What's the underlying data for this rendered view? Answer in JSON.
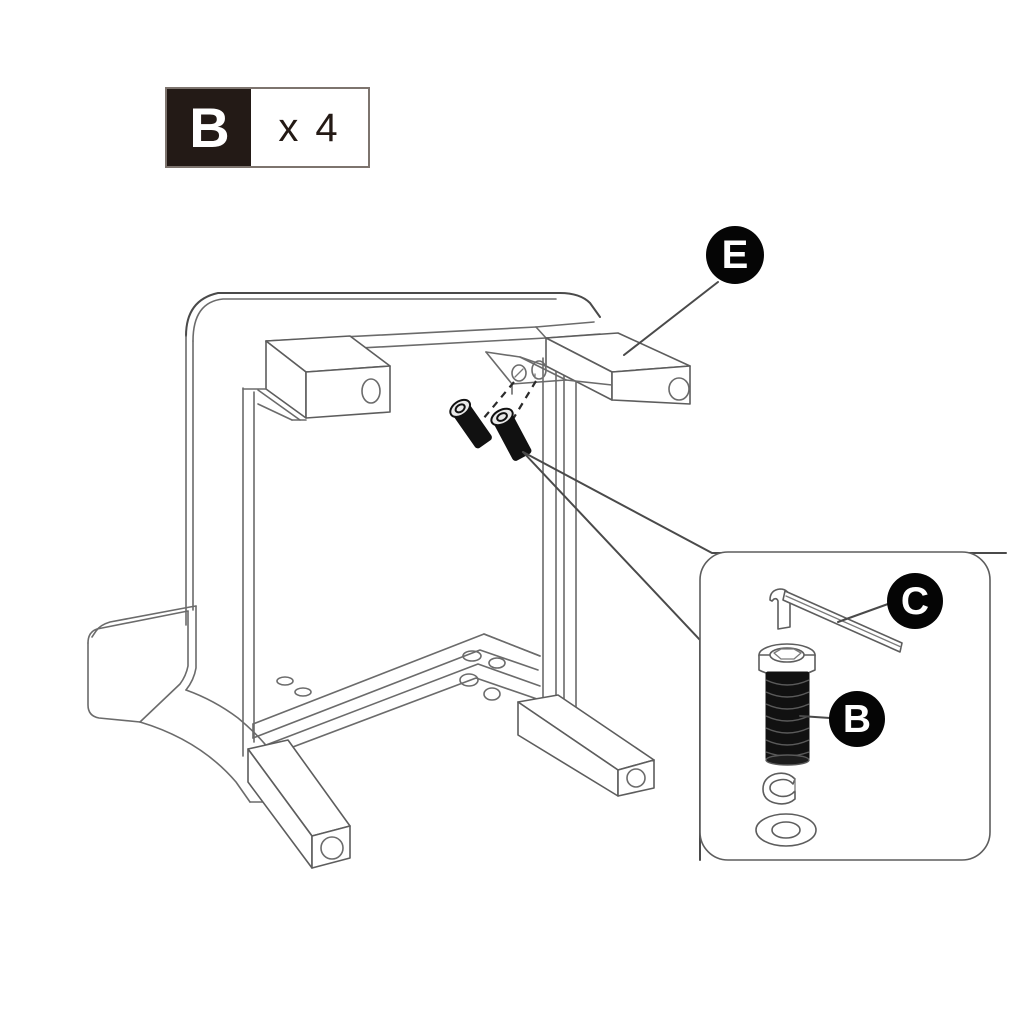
{
  "page": {
    "type": "furniture-assembly-instruction-step",
    "background_color": "#ffffff",
    "line_color": "#4a4a4a"
  },
  "part_badge": {
    "letter": "B",
    "quantity_text": "x 4",
    "letter_box_color": "#231a16",
    "letter_text_color": "#ffffff",
    "border_color": "#7d746e"
  },
  "callouts": [
    {
      "id": "E",
      "label": "E",
      "target": "right-armrest-tube",
      "bubble_color": "#050505",
      "text_color": "#ffffff"
    },
    {
      "id": "C",
      "label": "C",
      "target": "hex-allen-key",
      "bubble_color": "#050505",
      "text_color": "#ffffff"
    },
    {
      "id": "B",
      "label": "B",
      "target": "hex-socket-bolt",
      "bubble_color": "#050505",
      "text_color": "#ffffff"
    }
  ],
  "assembly": {
    "main_view_name": "chair-frame-exploded-view",
    "parts": [
      {
        "name": "backrest-panel",
        "shape": "rounded-panel"
      },
      {
        "name": "left-armrest-tube",
        "shape": "square-tube",
        "end-hole": true
      },
      {
        "name": "right-armrest-tube",
        "shape": "square-tube",
        "end-hole": true
      },
      {
        "name": "front-left-foot-tube",
        "shape": "square-tube",
        "end-hole": true
      },
      {
        "name": "front-right-foot-tube",
        "shape": "square-tube",
        "end-hole": true
      },
      {
        "name": "seat-base-cushion",
        "shape": "contoured-block"
      },
      {
        "name": "seat-rail",
        "shape": "flat-rail",
        "holes": 6
      },
      {
        "name": "vertical-leg-post",
        "shape": "square-tube"
      }
    ],
    "exploded_fasteners": {
      "count": 2,
      "name": "hex-socket-bolt",
      "style": "dashed-insertion-path",
      "target_holes": 2
    }
  },
  "detail_panel": {
    "name": "hardware-detail-callout-panel",
    "shape": "rounded-rectangle",
    "items": [
      {
        "name": "hex-allen-key",
        "label": "C"
      },
      {
        "name": "hex-socket-bolt",
        "label": "B"
      },
      {
        "name": "split-lock-washer",
        "label": ""
      },
      {
        "name": "flat-washer",
        "label": ""
      }
    ]
  }
}
